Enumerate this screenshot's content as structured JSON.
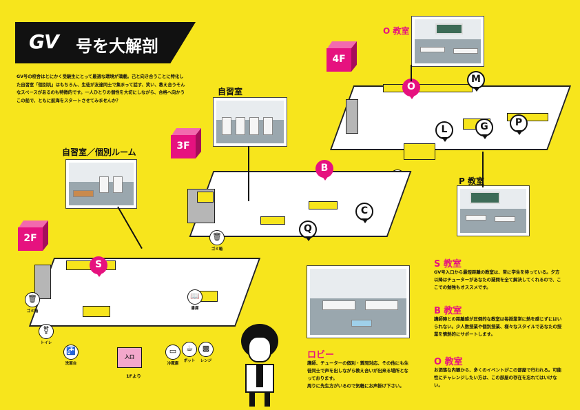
{
  "header": {
    "logo": "GV",
    "title": "号を大解剖"
  },
  "intro": "GV号の校舎はとにかく受験生にとって最適な環境が満載。己と向き合うことに特化した自習室「個別机」はもちろん、生徒が友達同士で集まって話す、笑い、教え合うそんなスペースがあるのも特徴的です。一人ひとりの個性を大切にしながら、合格へ向かうこの船で、ともに航海をスタートさせてみませんか？",
  "floors": {
    "f2": "2F",
    "f3": "3F",
    "f4": "4F"
  },
  "captions": {
    "o_room": "O 教室",
    "jishu_4f": "自習室",
    "jishu_2f": "自習室／個別ルーム",
    "p_room": "P 教室",
    "lobby": "ロビー"
  },
  "pins": {
    "o": "O",
    "m": "M",
    "l": "L",
    "g": "G",
    "p": "P",
    "b": "B",
    "c": "C",
    "q": "Q",
    "s": "S"
  },
  "icons": {
    "toilet": "トイレ",
    "trash": "ゴミ箱",
    "desk": "机",
    "books": "書庫",
    "entrance": "入口",
    "from_1f": "1Fより",
    "water": "洗面台",
    "fridge": "冷蔵庫",
    "pot": "ポット",
    "microwave": "レンジ"
  },
  "sections": {
    "s_title": "S 教室",
    "s_text": "GV号入口から最短距離の教室は、常に学生を待っている。夕方以降はチューターがあなたの疑問を全て解決してくれるので、ここでの勉強もオススメです。",
    "b_title": "B 教室",
    "b_text": "講師陣との距離感が圧倒的な教室は毎授業常に熱を感じずにはいられない。少人数授業や個別授業、様々なスタイルであなたの授業を情熱的にサポートします。",
    "o_title": "O 教室",
    "o_text": "お洒落な内観から、多くのイベントがこの部屋で行われる。可能性にチャレンジしたい方は、この部屋の存在を忘れてはいけない。",
    "lobby_text": "講師、チューターの個別・質問対応、その他にも生徒同士で声を出しながら教え合いが出来る場所となっております。\n周りに先生方がいるので気軽にお声掛け下さい。"
  }
}
